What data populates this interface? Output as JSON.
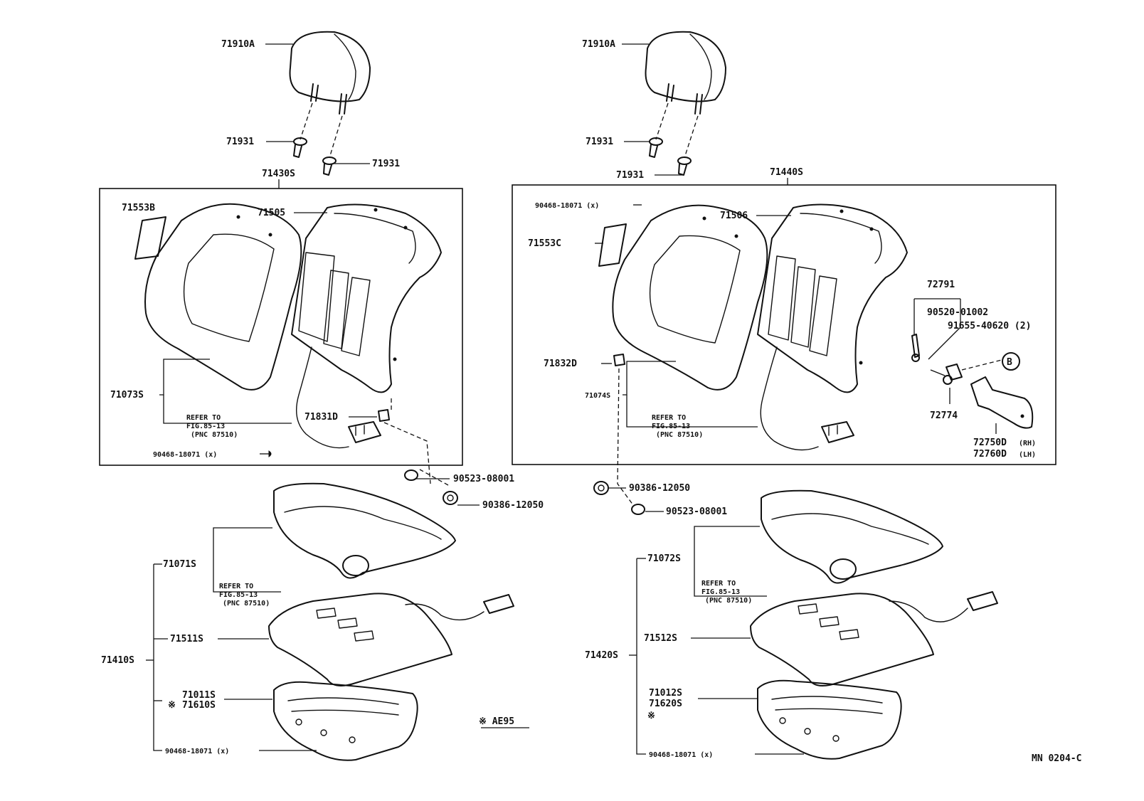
{
  "diagram": {
    "left_assembly": {
      "headrest": "71910A",
      "headrest_support_upper": "71931",
      "headrest_support_lower": "71931",
      "seatback_assembly": "71430S",
      "back_pad_foam": "71553B",
      "back_frame": "71505",
      "back_cover": "71073S",
      "refer_line1": "REFER TO",
      "refer_line2": "FIG.85-13",
      "refer_line3": "(PNC 87510)",
      "hinge_cover": "71831D",
      "hog_ring_back": "90468-18071 (x)",
      "washer": "90523-08001",
      "nut": "90386-12050",
      "cushion_cover": "71071S",
      "cushion_refer_line1": "REFER TO",
      "cushion_refer_line2": "FIG.85-13",
      "cushion_refer_line3": "(PNC 87510)",
      "cushion_pad": "71511S",
      "seat_assembly": "71410S",
      "cushion_frame": "71011S",
      "cushion_frame_alt": "71610S",
      "cushion_frame_alt_mark": "※",
      "hog_ring_cushion": "90468-18071 (x)",
      "note": "※ AE95"
    },
    "right_assembly": {
      "headrest": "71910A",
      "headrest_support_upper": "71931",
      "headrest_support_lower": "71931",
      "seatback_assembly": "71440S",
      "hog_ring_back": "90468-18071 (x)",
      "back_pad_foam": "71553C",
      "back_frame": "71506",
      "hinge_cover": "71832D",
      "back_cover": "71074S",
      "refer_line1": "REFER TO",
      "refer_line2": "FIG.85-13",
      "refer_line3": "(PNC 87510)",
      "belt_group": "72791",
      "belt_bolt": "90520-01002",
      "belt_screw": "91655-40620 (2)",
      "circle_ref": "B",
      "recliner_cover": "72774",
      "adjuster_rh": "72750D",
      "adjuster_rh_suffix": "(RH)",
      "adjuster_lh": "72760D",
      "adjuster_lh_suffix": "(LH)",
      "nut": "90386-12050",
      "washer": "90523-08001",
      "cushion_cover": "71072S",
      "cushion_refer_line1": "REFER TO",
      "cushion_refer_line2": "FIG.85-13",
      "cushion_refer_line3": "(PNC 87510)",
      "cushion_pad": "71512S",
      "seat_assembly": "71420S",
      "cushion_frame": "71012S",
      "cushion_frame_alt": "71620S",
      "cushion_frame_alt_mark": "※",
      "hog_ring_cushion": "90468-18071 (x)"
    },
    "drawing_code": "MN 0204-C"
  }
}
